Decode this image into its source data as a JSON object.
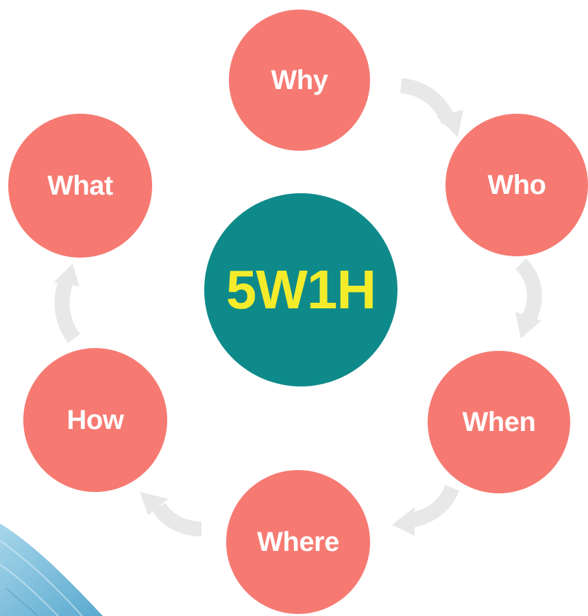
{
  "diagram": {
    "center": {
      "label": "5W1H",
      "fill": "#0f8a8a",
      "text_color": "#f4ec2a"
    },
    "node_fill": "#f67a72",
    "node_text_color": "#ffffff",
    "arrow_color": "#e8e8e8",
    "texture_color": "#7cc0dc",
    "nodes": [
      {
        "label": "Why"
      },
      {
        "label": "Who"
      },
      {
        "label": "When"
      },
      {
        "label": "Where"
      },
      {
        "label": "How"
      },
      {
        "label": "What"
      }
    ],
    "flow": [
      {
        "from": "Why",
        "to": "Who"
      },
      {
        "from": "Who",
        "to": "When"
      },
      {
        "from": "When",
        "to": "Where"
      },
      {
        "from": "Where",
        "to": "How"
      },
      {
        "from": "How",
        "to": "What"
      }
    ]
  }
}
